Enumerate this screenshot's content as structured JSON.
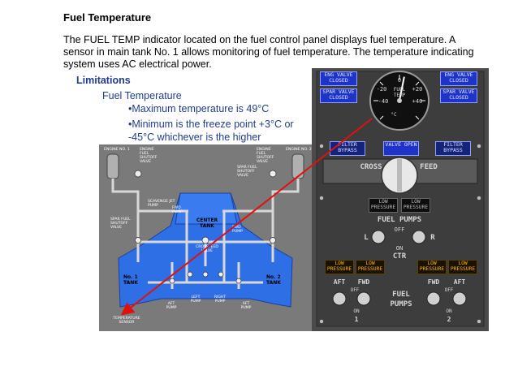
{
  "title": "Fuel Temperature",
  "intro": "The FUEL TEMP indicator located on the fuel control panel displays fuel temperature. A sensor in main tank No. 1 allows monitoring of fuel temperature. The temperature indicating system uses AC electrical power.",
  "limitations": {
    "heading": "Limitations",
    "subheading": "Fuel Temperature",
    "bullet1": "•Maximum temperature is 49°C",
    "bullet2": "•Minimum is the freeze point +3°C or -45°C whichever is the higher"
  },
  "schematic": {
    "engine_no1": "ENGINE NO. 1",
    "engine_fuel_shutoff_1": "ENGINE FUEL SHUTOFF VALVE",
    "engine_fuel_shutoff_2": "ENGINE FUEL SHUTOFF VALVE",
    "engine_no2": "ENGINE NO. 2",
    "spar_shutoff_right": "SPAR FUEL SHUTOFF VALVE",
    "spar_shutoff_left": "SPAR FUEL SHUTOFF VALVE",
    "scavenge_jet_pump": "SCAVENGE JET PUMP",
    "fwd_pump_left": "FWD PUMP",
    "fwd_pump_right": "FWD PUMP",
    "center_tank": "CENTER TANK",
    "crossfeed_valve": "CROSSFEED VALVE",
    "no1_tank": "No. 1 TANK",
    "no2_tank": "No. 2 TANK",
    "left_pump": "LEFT PUMP",
    "right_pump": "RIGHT PUMP",
    "aft_pump_left": "AFT PUMP",
    "aft_pump_right": "AFT PUMP",
    "temperature_sensor": "TEMPERATURE SENSOR"
  },
  "panel": {
    "eng_valve_closed_l": "ENG VALVE CLOSED",
    "spar_valve_closed_l": "SPAR VALVE CLOSED",
    "eng_valve_closed_r": "ENG VALVE CLOSED",
    "spar_valve_closed_r": "SPAR VALVE CLOSED",
    "gauge": {
      "top": "0",
      "left1": "-20",
      "left2": "-40",
      "right1": "+20",
      "right2": "+40",
      "label1": "FUEL",
      "label2": "TEMP",
      "unit": "°C",
      "needle_celsius": 5
    },
    "filter_bypass_l": "FILTER BYPASS",
    "valve_open": "VALVE OPEN",
    "filter_bypass_r": "FILTER BYPASS",
    "cross": "CROSS",
    "feed": "FEED",
    "low_pressure": "LOW PRESSURE",
    "fuel_pumps_center": "FUEL PUMPS",
    "off": "OFF",
    "l": "L",
    "r": "R",
    "on": "ON",
    "ctr": "CTR",
    "aft": "AFT",
    "fwd": "FWD",
    "fuel": "FUEL",
    "pumps": "PUMPS",
    "one": "1",
    "two": "2"
  },
  "colors": {
    "limitations_text": "#1f3d8f",
    "tank_blue": "#2a63e0",
    "panel_bg": "#4a4a4a",
    "annunciator_blue": "#1e33c8",
    "amber": "#ffb300",
    "callout_arrow": "#e01010"
  }
}
